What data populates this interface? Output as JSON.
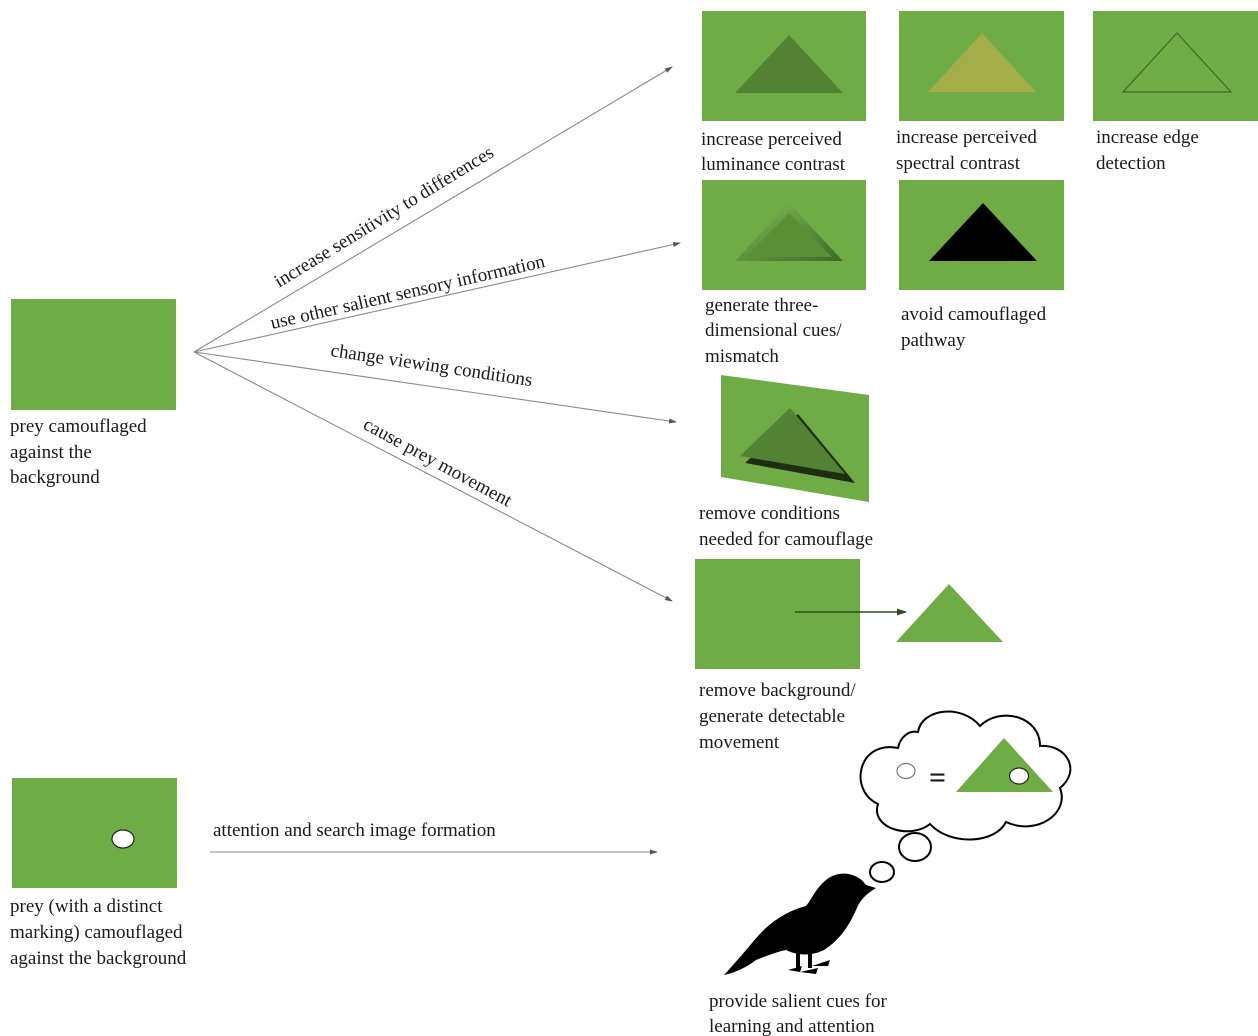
{
  "colors": {
    "panel_green": "#6fac46",
    "dark_green": "#548235",
    "mid_green": "#5b8f37",
    "olive": "#a3ad4a",
    "black": "#000000",
    "arrow": "#8a8a8a",
    "text": "#1a1a1a"
  },
  "captions": {
    "prey_camouflaged": [
      "prey camouflaged",
      "against the",
      "background"
    ],
    "prey_marked": [
      "prey (with a distinct",
      "marking) camouflaged",
      "against the background"
    ],
    "luminance": [
      "increase perceived",
      "luminance contrast"
    ],
    "spectral": [
      "increase perceived",
      "spectral contrast"
    ],
    "edge": [
      "increase edge",
      "detection"
    ],
    "three_d": [
      "generate three-",
      "dimensional cues/",
      "mismatch"
    ],
    "avoid": [
      "avoid camouflaged",
      "pathway"
    ],
    "remove_conditions": [
      "remove conditions",
      "needed for camouflage"
    ],
    "remove_background": [
      "remove background/",
      "generate detectable",
      "movement"
    ],
    "salient_cues": [
      "provide salient cues for",
      "learning and attention"
    ]
  },
  "arrows": {
    "sensitivity": "increase sensitivity to differences",
    "other_info": "use other salient sensory information",
    "viewing": "change viewing conditions",
    "movement": "cause prey movement",
    "attention": "attention and search image formation"
  },
  "thought": {
    "equals": "="
  },
  "icons": {
    "bird": "bird-silhouette-icon",
    "thought": "thought-bubble-icon"
  }
}
